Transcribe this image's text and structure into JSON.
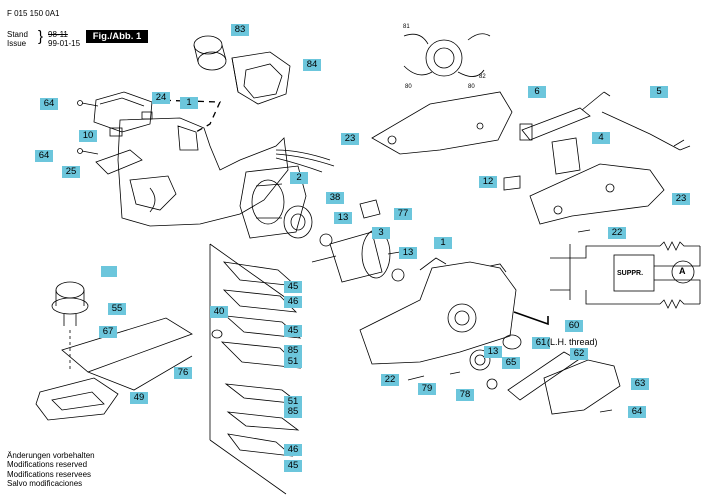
{
  "header": {
    "doc_number": "F 015 150 0A1",
    "stand_label": "Stand",
    "stand_old": "98-11",
    "issue_label": "Issue",
    "issue_date": "99-01-15",
    "figure_label": "Fig./Abb. 1"
  },
  "footer": {
    "lines": [
      "Änderungen vorbehalten",
      "Modifications reserved",
      "Modifications reservees",
      "Salvo modificaciones"
    ]
  },
  "callouts": [
    "83",
    "84",
    "24",
    "1",
    "64",
    "10",
    "64",
    "25",
    "23",
    "6",
    "5",
    "4",
    "12",
    "23",
    "22",
    "2",
    "38",
    "77",
    "13",
    "3",
    "13",
    "1",
    "45",
    "46",
    "55",
    "45",
    "40",
    "67",
    "85",
    "51",
    "76",
    "49",
    "51",
    "85",
    "46",
    "45",
    "60",
    "61",
    "62",
    "13",
    "65",
    "22",
    "79",
    "78",
    "63",
    "64"
  ],
  "aux_labels": {
    "brush_parts": [
      "81",
      "82",
      "80",
      "80"
    ],
    "thread_note": "(L.H. thread)",
    "suppressor": "SUPPR.",
    "motor": "A"
  },
  "colors": {
    "callout_fill": "#6cc6dc",
    "line": "#000000"
  }
}
